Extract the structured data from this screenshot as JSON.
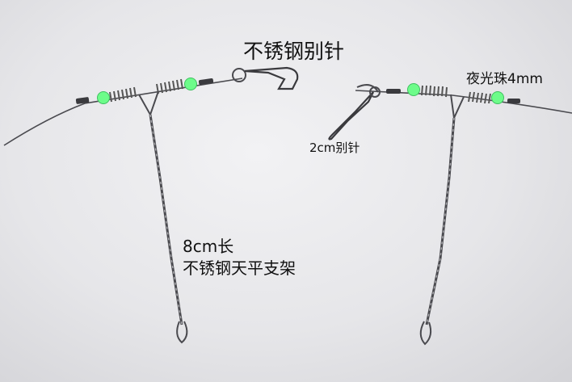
{
  "labels": {
    "snap": "不锈钢别针",
    "bead": "夜光珠4mm",
    "small_snap": "2cm别针",
    "length": "8cm长",
    "boom": "不锈钢天平支架"
  },
  "colors": {
    "background": "#e8e8eb",
    "wire": "#4a4a4f",
    "bead": "#6dfc8a",
    "text": "#111111"
  }
}
